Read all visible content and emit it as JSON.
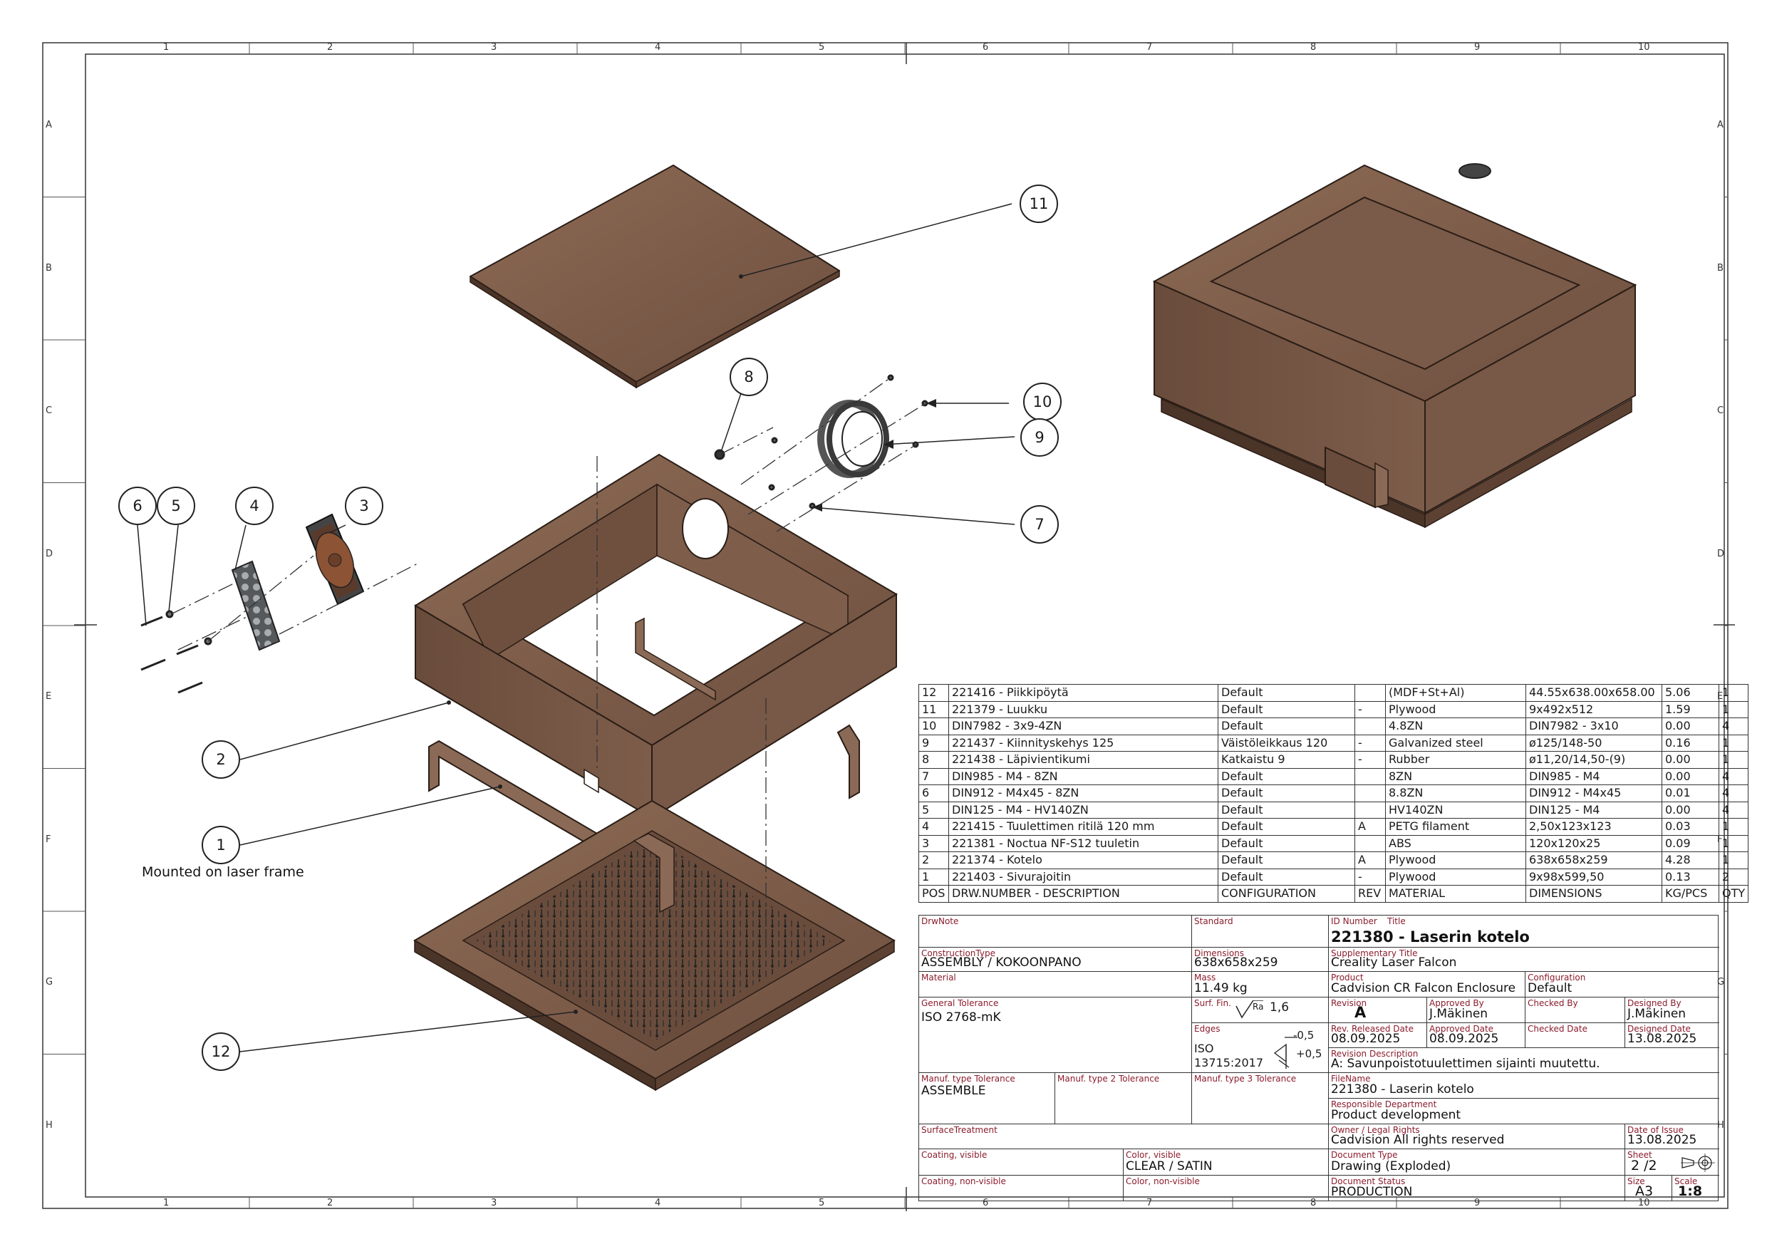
{
  "frame": {
    "columns": [
      "1",
      "2",
      "3",
      "4",
      "5",
      "6",
      "7",
      "8",
      "9",
      "10"
    ],
    "rows": [
      "A",
      "B",
      "C",
      "D",
      "E",
      "F",
      "G",
      "H"
    ]
  },
  "colors": {
    "wood": "#7a5a48",
    "wood_light": "#8a6a56",
    "wood_edge": "#4a3328",
    "line": "#1a1a1a",
    "label_red": "#8b1c2c"
  },
  "balloons": [
    "1",
    "2",
    "3",
    "4",
    "5",
    "6",
    "7",
    "8",
    "9",
    "10",
    "11",
    "12"
  ],
  "note_mounted": "Mounted on laser frame",
  "bom": {
    "header": [
      "POS",
      "DRW.NUMBER - DESCRIPTION",
      "CONFIGURATION",
      "REV",
      "MATERIAL",
      "DIMENSIONS",
      "KG/PCS",
      "QTY"
    ],
    "rows": [
      [
        "12",
        "221416 - Piikkipöytä",
        "Default",
        "",
        "(MDF+St+Al)",
        "44.55x638.00x658.00",
        "5.06",
        "1"
      ],
      [
        "11",
        "221379 - Luukku",
        "Default",
        "-",
        "Plywood",
        "9x492x512",
        "1.59",
        "1"
      ],
      [
        "10",
        "DIN7982 - 3x9-4ZN",
        "Default",
        "",
        "4.8ZN",
        "DIN7982 - 3x10",
        "0.00",
        "4"
      ],
      [
        "9",
        "221437 - Kiinnityskehys 125",
        "Väistöleikkaus 120",
        "-",
        "Galvanized steel",
        "ø125/148-50",
        "0.16",
        "1"
      ],
      [
        "8",
        "221438 - Läpivientikumi",
        "Katkaistu 9",
        "-",
        "Rubber",
        "ø11,20/14,50-(9)",
        "0.00",
        "1"
      ],
      [
        "7",
        "DIN985 - M4 - 8ZN",
        "Default",
        "",
        "8ZN",
        "DIN985 - M4",
        "0.00",
        "4"
      ],
      [
        "6",
        "DIN912 - M4x45 - 8ZN",
        "Default",
        "",
        "8.8ZN",
        "DIN912 - M4x45",
        "0.01",
        "4"
      ],
      [
        "5",
        "DIN125 - M4 - HV140ZN",
        "Default",
        "",
        "HV140ZN",
        "DIN125 - M4",
        "0.00",
        "4"
      ],
      [
        "4",
        "221415 - Tuulettimen ritilä 120 mm",
        "Default",
        "A",
        "PETG filament",
        "2,50x123x123",
        "0.03",
        "1"
      ],
      [
        "3",
        "221381 - Noctua NF-S12 tuuletin",
        "Default",
        "",
        "ABS",
        "120x120x25",
        "0.09",
        "1"
      ],
      [
        "2",
        "221374 - Kotelo",
        "Default",
        "A",
        "Plywood",
        "638x658x259",
        "4.28",
        "1"
      ],
      [
        "1",
        "221403 - Sivurajoitin",
        "Default",
        "-",
        "Plywood",
        "9x98x599,50",
        "0.13",
        "2"
      ]
    ]
  },
  "title_block": {
    "drwnote_label": "DrwNote",
    "standard_label": "Standard",
    "id_label": "ID Number",
    "title_label": "Title",
    "id_title": "221380 - Laserin kotelo",
    "construction_label": "ConstructionType",
    "construction": "ASSEMBLY / KOKOONPANO",
    "dimensions_label": "Dimensions",
    "dimensions": "638x658x259",
    "supp_title_label": "Supplementary Title",
    "supp_title": "Creality Laser Falcon",
    "material_label": "Material",
    "mass_label": "Mass",
    "mass": "11.49 kg",
    "product_label": "Product",
    "product": "Cadvision CR Falcon Enclosure",
    "configuration_label": "Configuration",
    "configuration": "Default",
    "gen_tol_label": "General Tolerance",
    "gen_tol": "ISO 2768-mK",
    "surf_fin_label": "Surf. Fin.",
    "surf_ra": "Ra",
    "surf_value": "1,6",
    "revision_label": "Revision",
    "revision": "A",
    "approved_by_label": "Approved By",
    "approved_by": "J.Mäkinen",
    "checked_by_label": "Checked By",
    "designed_by_label": "Designed By",
    "designed_by": "J.Mäkinen",
    "edges_label": "Edges",
    "edges_std": "ISO",
    "edges_std2": "13715:2017",
    "edge_minus": "-0,5",
    "edge_plus": "+0,5",
    "rev_released_label": "Rev. Released Date",
    "rev_released": "08.09.2025",
    "approved_date_label": "Approved Date",
    "approved_date": "08.09.2025",
    "checked_date_label": "Checked Date",
    "designed_date_label": "Designed Date",
    "designed_date": "13.08.2025",
    "rev_desc_label": "Revision Description",
    "rev_desc": "A: Savunpoistotuulettimen sijainti muutettu.",
    "manuf1_label": "Manuf. type Tolerance",
    "manuf1": "ASSEMBLE",
    "manuf2_label": "Manuf. type 2 Tolerance",
    "manuf3_label": "Manuf. type 3 Tolerance",
    "filename_label": "FileName",
    "filename": "221380 - Laserin kotelo",
    "resp_dept_label": "Responsible Department",
    "resp_dept": "Product development",
    "surface_label": "SurfaceTreatment",
    "owner_label": "Owner / Legal Rights",
    "owner": "Cadvision All rights reserved",
    "date_issue_label": "Date of Issue",
    "date_issue": "13.08.2025",
    "coating_vis_label": "Coating, visible",
    "color_vis_label": "Color, visible",
    "color_vis": "CLEAR / SATIN",
    "doc_type_label": "Document Type",
    "doc_type": "Drawing (Exploded)",
    "sheet_label": "Sheet",
    "sheet": "2 /2",
    "coating_nonvis_label": "Coating, non-visible",
    "color_nonvis_label": "Color, non-visible",
    "doc_status_label": "Document Status",
    "doc_status": "PRODUCTION",
    "size_label": "Size",
    "size": "A3",
    "scale_label": "Scale",
    "scale": "1:8"
  }
}
